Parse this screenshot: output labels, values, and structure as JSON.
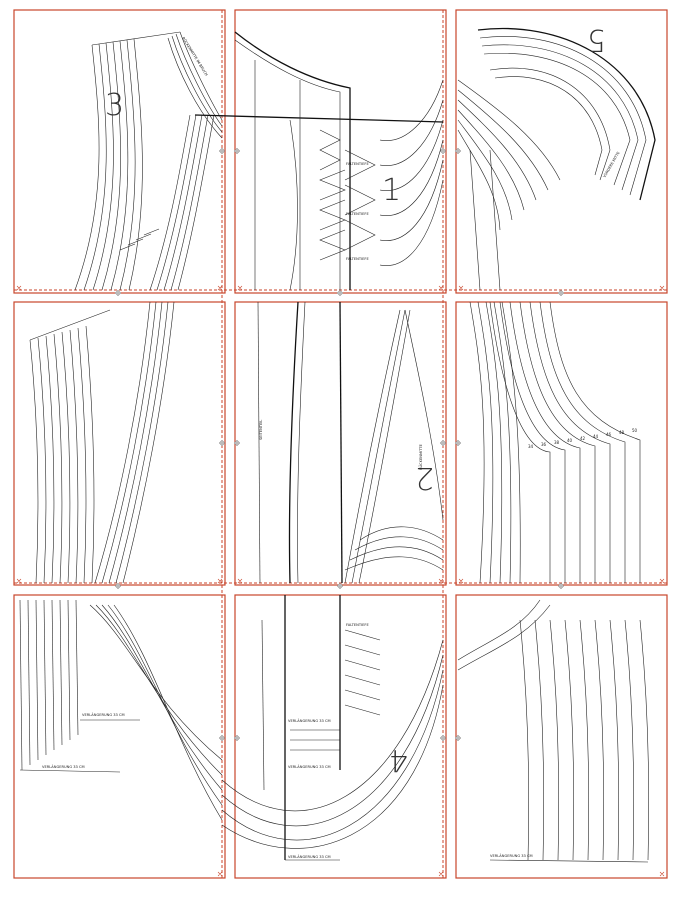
{
  "pieces": [
    {
      "id": "piece-3",
      "number": "3"
    },
    {
      "id": "piece-1",
      "number": "1"
    },
    {
      "id": "piece-5",
      "number": "5"
    },
    {
      "id": "piece-2",
      "number": "2"
    },
    {
      "id": "piece-4",
      "number": "4"
    }
  ],
  "labels": {
    "extension_a": "VERLÄNGERUNG 33 CM",
    "extension_b": "VERLÄNGERUNG 33 CM",
    "extension_c": "VERLÄNGERUNG 33 CM",
    "extension_d": "VERLÄNGERUNG 33 CM",
    "extension_e": "VERLÄNGERUNG 33 CM",
    "extension_f": "VERLÄNGERUNG 33 CM",
    "pleat_1": "FALTENTIEFE",
    "pleat_2": "FALTENTIEFE",
    "pleat_3": "FALTENTIEFE",
    "pleat_4": "FALTENTIEFE",
    "side_1": "RÜCKENMITTE IM BRUCH",
    "side_2": "VORDERE MITTE",
    "side_3": "SEITENTEIL",
    "side_4": "RÜCKENMITTE"
  },
  "sizes": [
    "34",
    "36",
    "38",
    "40",
    "42",
    "44",
    "46",
    "48",
    "50"
  ],
  "colors": {
    "frame": "#c8452b",
    "line": "#222222"
  }
}
